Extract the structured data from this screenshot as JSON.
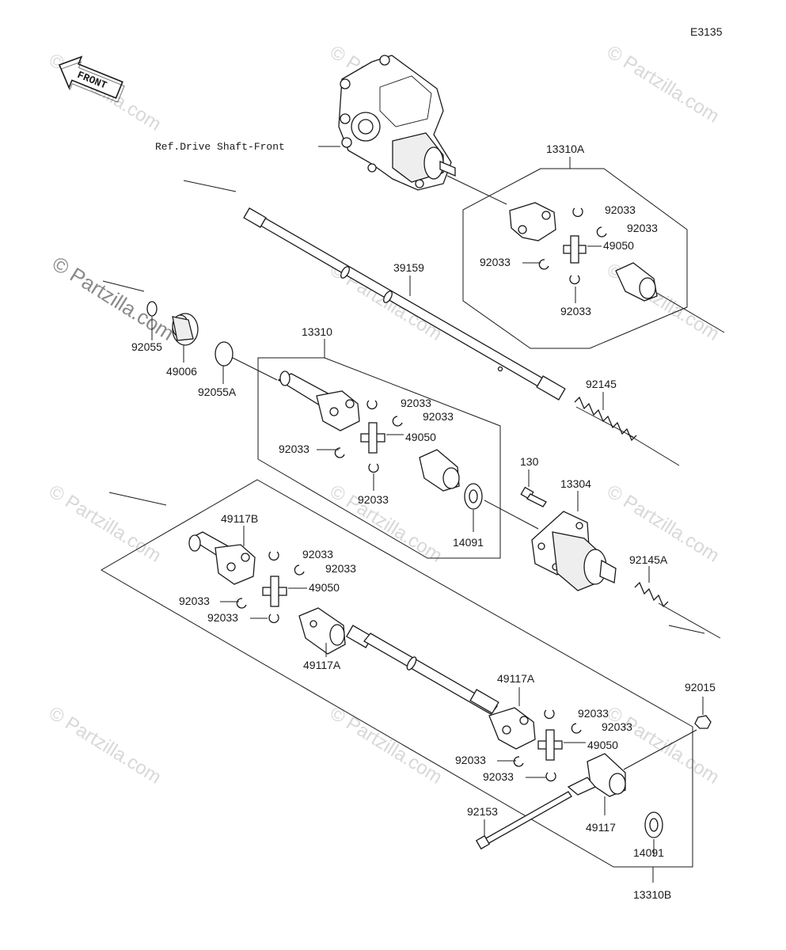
{
  "diagram_code": "E3135",
  "front_label": "FRONT",
  "ref_label": "Ref.Drive Shaft-Front",
  "watermarks": [
    "© Partzilla.com"
  ],
  "colors": {
    "lines": "#1a1a1a",
    "watermark": "#d8d8d8",
    "background": "#ffffff"
  },
  "parts": {
    "p13310A": "13310A",
    "p39159": "39159",
    "p92145": "92145",
    "p13310": "13310",
    "p92055": "92055",
    "p49006": "49006",
    "p92055A": "92055A",
    "p130": "130",
    "p13304": "13304",
    "p14091": "14091",
    "p92145A": "92145A",
    "p49117B": "49117B",
    "p49117A": "49117A",
    "p92015": "92015",
    "p92153": "92153",
    "p49117": "49117",
    "p13310B": "13310B",
    "p92033": "92033",
    "p49050": "49050"
  }
}
